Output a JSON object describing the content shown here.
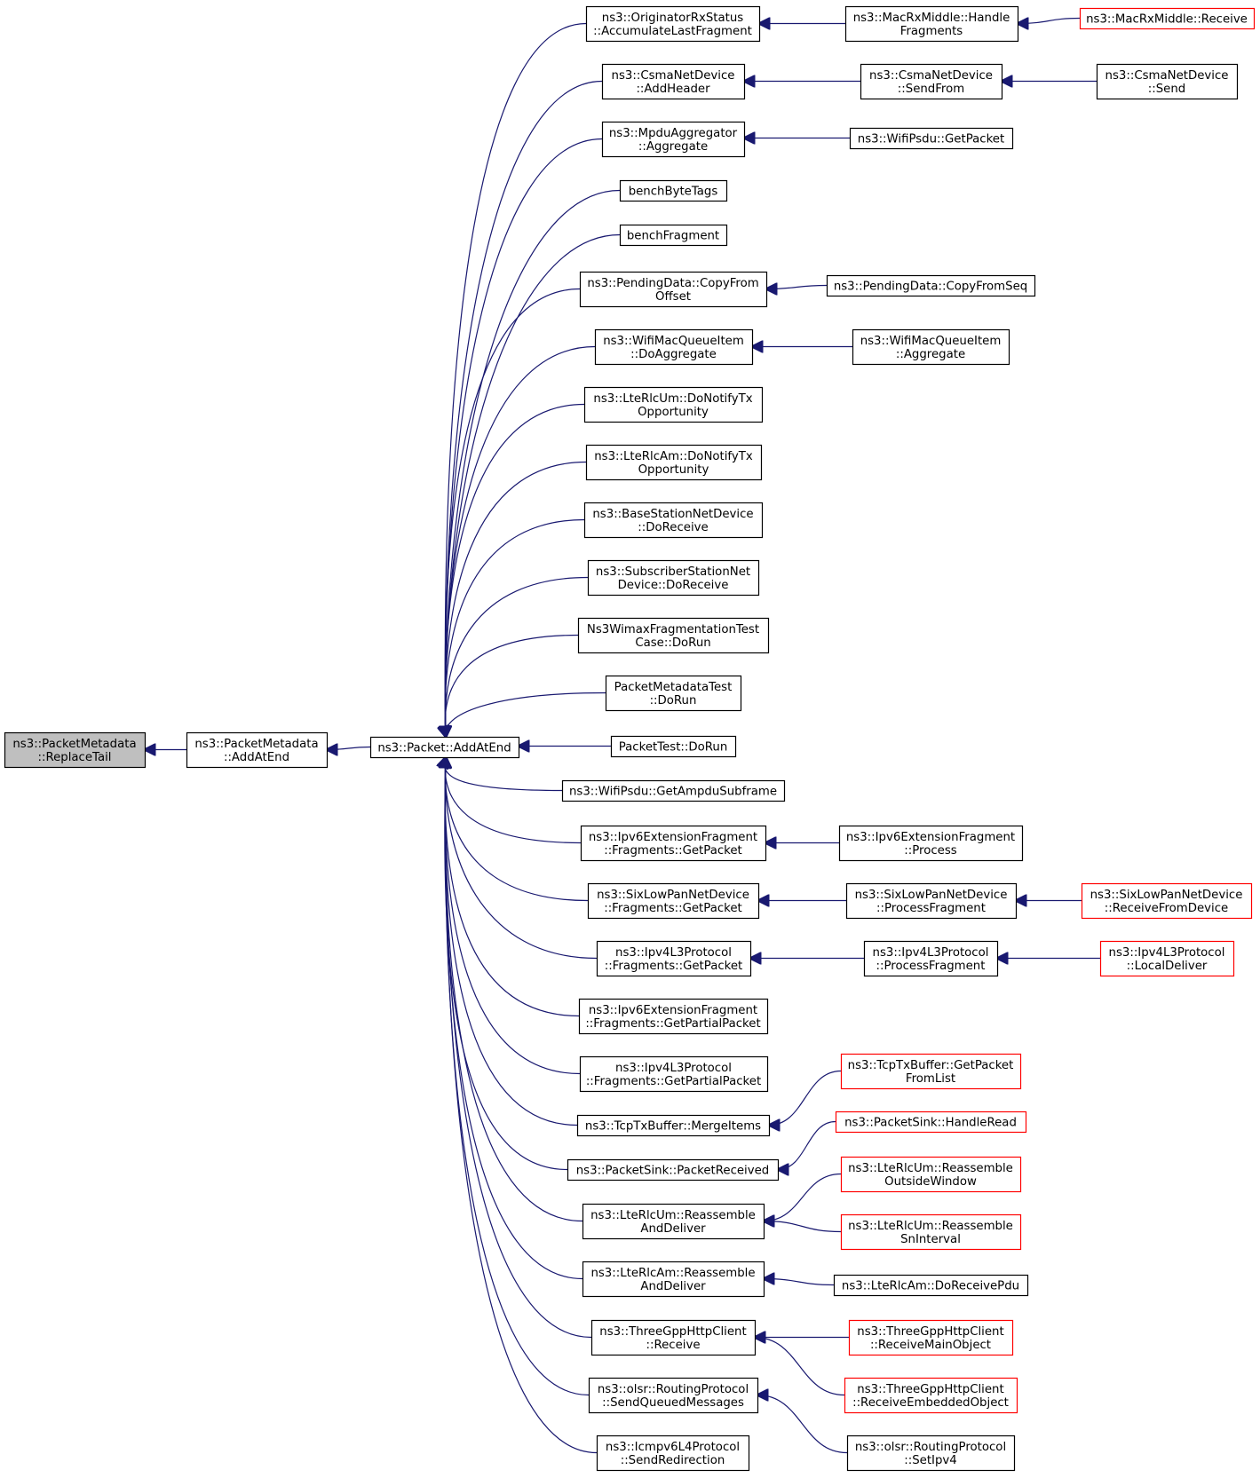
{
  "colors": {
    "edge": "#191970",
    "node_border": "#000000",
    "truncated_border": "#ff0000",
    "root_fill": "#bfbfbf",
    "node_fill": "#ffffff"
  },
  "nodes": {
    "replace_tail": {
      "lines": [
        "ns3::PacketMetadata",
        "::ReplaceTail"
      ]
    },
    "pm_add_at_end": {
      "lines": [
        "ns3::PacketMetadata",
        "::AddAtEnd"
      ]
    },
    "packet_add_at_end": {
      "lines": [
        "ns3::Packet::AddAtEnd"
      ]
    },
    "originator_acc": {
      "lines": [
        "ns3::OriginatorRxStatus",
        "::AccumulateLastFragment"
      ]
    },
    "csma_add_header": {
      "lines": [
        "ns3::CsmaNetDevice",
        "::AddHeader"
      ]
    },
    "mpdu_aggregate": {
      "lines": [
        "ns3::MpduAggregator",
        "::Aggregate"
      ]
    },
    "bench_byte_tags": {
      "lines": [
        "benchByteTags"
      ]
    },
    "bench_fragment": {
      "lines": [
        "benchFragment"
      ]
    },
    "pending_copy_offset": {
      "lines": [
        "ns3::PendingData::CopyFrom",
        "Offset"
      ]
    },
    "wifi_queue_do_agg": {
      "lines": [
        "ns3::WifiMacQueueItem",
        "::DoAggregate"
      ]
    },
    "lte_um_notify": {
      "lines": [
        "ns3::LteRlcUm::DoNotifyTx",
        "Opportunity"
      ]
    },
    "lte_am_notify": {
      "lines": [
        "ns3::LteRlcAm::DoNotifyTx",
        "Opportunity"
      ]
    },
    "base_station_receive": {
      "lines": [
        "ns3::BaseStationNetDevice",
        "::DoReceive"
      ]
    },
    "subscriber_receive": {
      "lines": [
        "ns3::SubscriberStationNet",
        "Device::DoReceive"
      ]
    },
    "wimax_frag_test": {
      "lines": [
        "Ns3WimaxFragmentationTest",
        "Case::DoRun"
      ]
    },
    "packet_metadata_test": {
      "lines": [
        "PacketMetadataTest",
        "::DoRun"
      ]
    },
    "packet_test": {
      "lines": [
        "PacketTest::DoRun"
      ]
    },
    "wifi_psdu_ampdu": {
      "lines": [
        "ns3::WifiPsdu::GetAmpduSubframe"
      ]
    },
    "ipv6_frag_getpacket": {
      "lines": [
        "ns3::Ipv6ExtensionFragment",
        "::Fragments::GetPacket"
      ]
    },
    "sixlowpan_getpacket": {
      "lines": [
        "ns3::SixLowPanNetDevice",
        "::Fragments::GetPacket"
      ]
    },
    "ipv4l3_getpacket": {
      "lines": [
        "ns3::Ipv4L3Protocol",
        "::Fragments::GetPacket"
      ]
    },
    "ipv6_frag_partial": {
      "lines": [
        "ns3::Ipv6ExtensionFragment",
        "::Fragments::GetPartialPacket"
      ]
    },
    "ipv4l3_partial": {
      "lines": [
        "ns3::Ipv4L3Protocol",
        "::Fragments::GetPartialPacket"
      ]
    },
    "tcp_merge_items": {
      "lines": [
        "ns3::TcpTxBuffer::MergeItems"
      ]
    },
    "packet_sink_received": {
      "lines": [
        "ns3::PacketSink::PacketReceived"
      ]
    },
    "lte_um_reassemble": {
      "lines": [
        "ns3::LteRlcUm::Reassemble",
        "AndDeliver"
      ]
    },
    "lte_am_reassemble": {
      "lines": [
        "ns3::LteRlcAm::Reassemble",
        "AndDeliver"
      ]
    },
    "http_client_receive": {
      "lines": [
        "ns3::ThreeGppHttpClient",
        "::Receive"
      ]
    },
    "olsr_send_queued": {
      "lines": [
        "ns3::olsr::RoutingProtocol",
        "::SendQueuedMessages"
      ]
    },
    "icmpv6_redirect": {
      "lines": [
        "ns3::Icmpv6L4Protocol",
        "::SendRedirection"
      ]
    },
    "mac_rx_handle_frag": {
      "lines": [
        "ns3::MacRxMiddle::Handle",
        "Fragments"
      ]
    },
    "mac_rx_receive": {
      "lines": [
        "ns3::MacRxMiddle::Receive"
      ]
    },
    "csma_send_from": {
      "lines": [
        "ns3::CsmaNetDevice",
        "::SendFrom"
      ]
    },
    "csma_send": {
      "lines": [
        "ns3::CsmaNetDevice",
        "::Send"
      ]
    },
    "wifi_psdu_getpacket": {
      "lines": [
        "ns3::WifiPsdu::GetPacket"
      ]
    },
    "pending_copy_seq": {
      "lines": [
        "ns3::PendingData::CopyFromSeq"
      ]
    },
    "wifi_queue_aggregate": {
      "lines": [
        "ns3::WifiMacQueueItem",
        "::Aggregate"
      ]
    },
    "ipv6_frag_process": {
      "lines": [
        "ns3::Ipv6ExtensionFragment",
        "::Process"
      ]
    },
    "sixlowpan_process_frag": {
      "lines": [
        "ns3::SixLowPanNetDevice",
        "::ProcessFragment"
      ]
    },
    "sixlowpan_receive_from": {
      "lines": [
        "ns3::SixLowPanNetDevice",
        "::ReceiveFromDevice"
      ]
    },
    "ipv4l3_process_frag": {
      "lines": [
        "ns3::Ipv4L3Protocol",
        "::ProcessFragment"
      ]
    },
    "ipv4l3_local_deliver": {
      "lines": [
        "ns3::Ipv4L3Protocol",
        "::LocalDeliver"
      ]
    },
    "tcp_getpacket_fromlist": {
      "lines": [
        "ns3::TcpTxBuffer::GetPacket",
        "FromList"
      ]
    },
    "packet_sink_handle_read": {
      "lines": [
        "ns3::PacketSink::HandleRead"
      ]
    },
    "lte_um_reassemble_outside": {
      "lines": [
        "ns3::LteRlcUm::Reassemble",
        "OutsideWindow"
      ]
    },
    "lte_um_reassemble_sn": {
      "lines": [
        "ns3::LteRlcUm::Reassemble",
        "SnInterval"
      ]
    },
    "lte_am_do_receive_pdu": {
      "lines": [
        "ns3::LteRlcAm::DoReceivePdu"
      ]
    },
    "http_receive_main": {
      "lines": [
        "ns3::ThreeGppHttpClient",
        "::ReceiveMainObject"
      ]
    },
    "http_receive_embedded": {
      "lines": [
        "ns3::ThreeGppHttpClient",
        "::ReceiveEmbeddedObject"
      ]
    },
    "olsr_set_ipv4": {
      "lines": [
        "ns3::olsr::RoutingProtocol",
        "::SetIpv4"
      ]
    }
  }
}
